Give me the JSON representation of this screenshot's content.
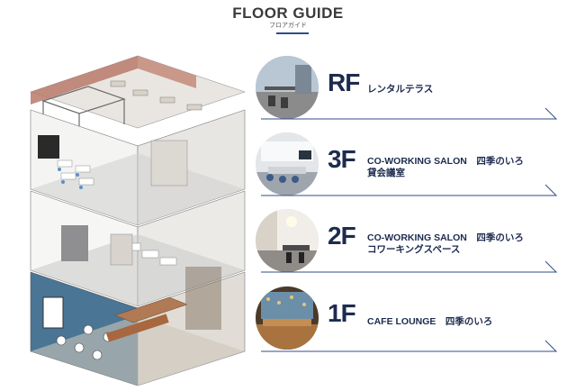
{
  "header": {
    "title": "FLOOR GUIDE",
    "subtitle": "フロアガイド"
  },
  "floors": [
    {
      "code": "RF",
      "name_line1": "レンタルテラス",
      "name_line2": ""
    },
    {
      "code": "3F",
      "name_line1": "CO-WORKING SALON　四季のいろ",
      "name_line2": "貸会議室"
    },
    {
      "code": "2F",
      "name_line1": "CO-WORKING SALON　四季のいろ",
      "name_line2": "コワーキングスペース"
    },
    {
      "code": "1F",
      "name_line1": "CAFE LOUNGE　四季のいろ",
      "name_line2": ""
    }
  ],
  "colors": {
    "navy": "#1d2b4f",
    "accent": "#2f4d8a"
  }
}
